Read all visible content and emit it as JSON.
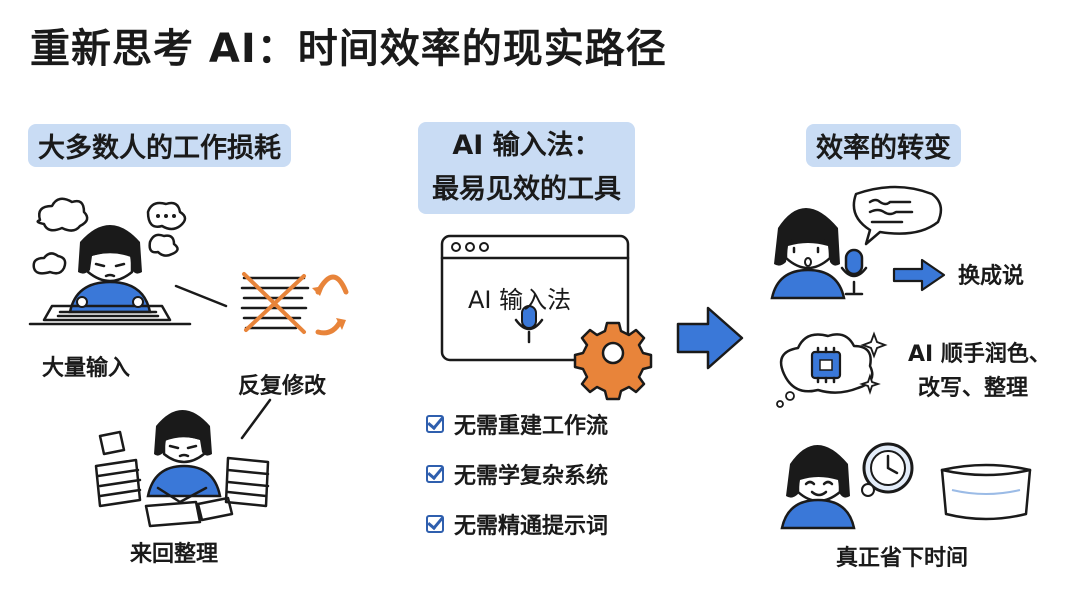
{
  "title": "重新思考 AI：时间效率的现实路径",
  "left": {
    "heading": "大多数人的工作损耗",
    "labels": {
      "input": "大量输入",
      "revise": "反复修改",
      "organize": "来回整理"
    }
  },
  "middle": {
    "heading_line1": "AI 输入法：",
    "heading_line2": "最易见效的工具",
    "window_label": "AI 输入法",
    "checklist": [
      "无需重建工作流",
      "无需学复杂系统",
      "无需精通提示词"
    ]
  },
  "right": {
    "heading": "效率的转变",
    "speak_label": "换成说",
    "polish_line1": "AI 顺手润色、",
    "polish_line2": "改写、整理",
    "save_label": "真正省下时间"
  },
  "colors": {
    "accent_blue": "#3a78d8",
    "highlight": "#c9dcf4",
    "orange": "#e8843a",
    "check_blue": "#2f5fae"
  }
}
